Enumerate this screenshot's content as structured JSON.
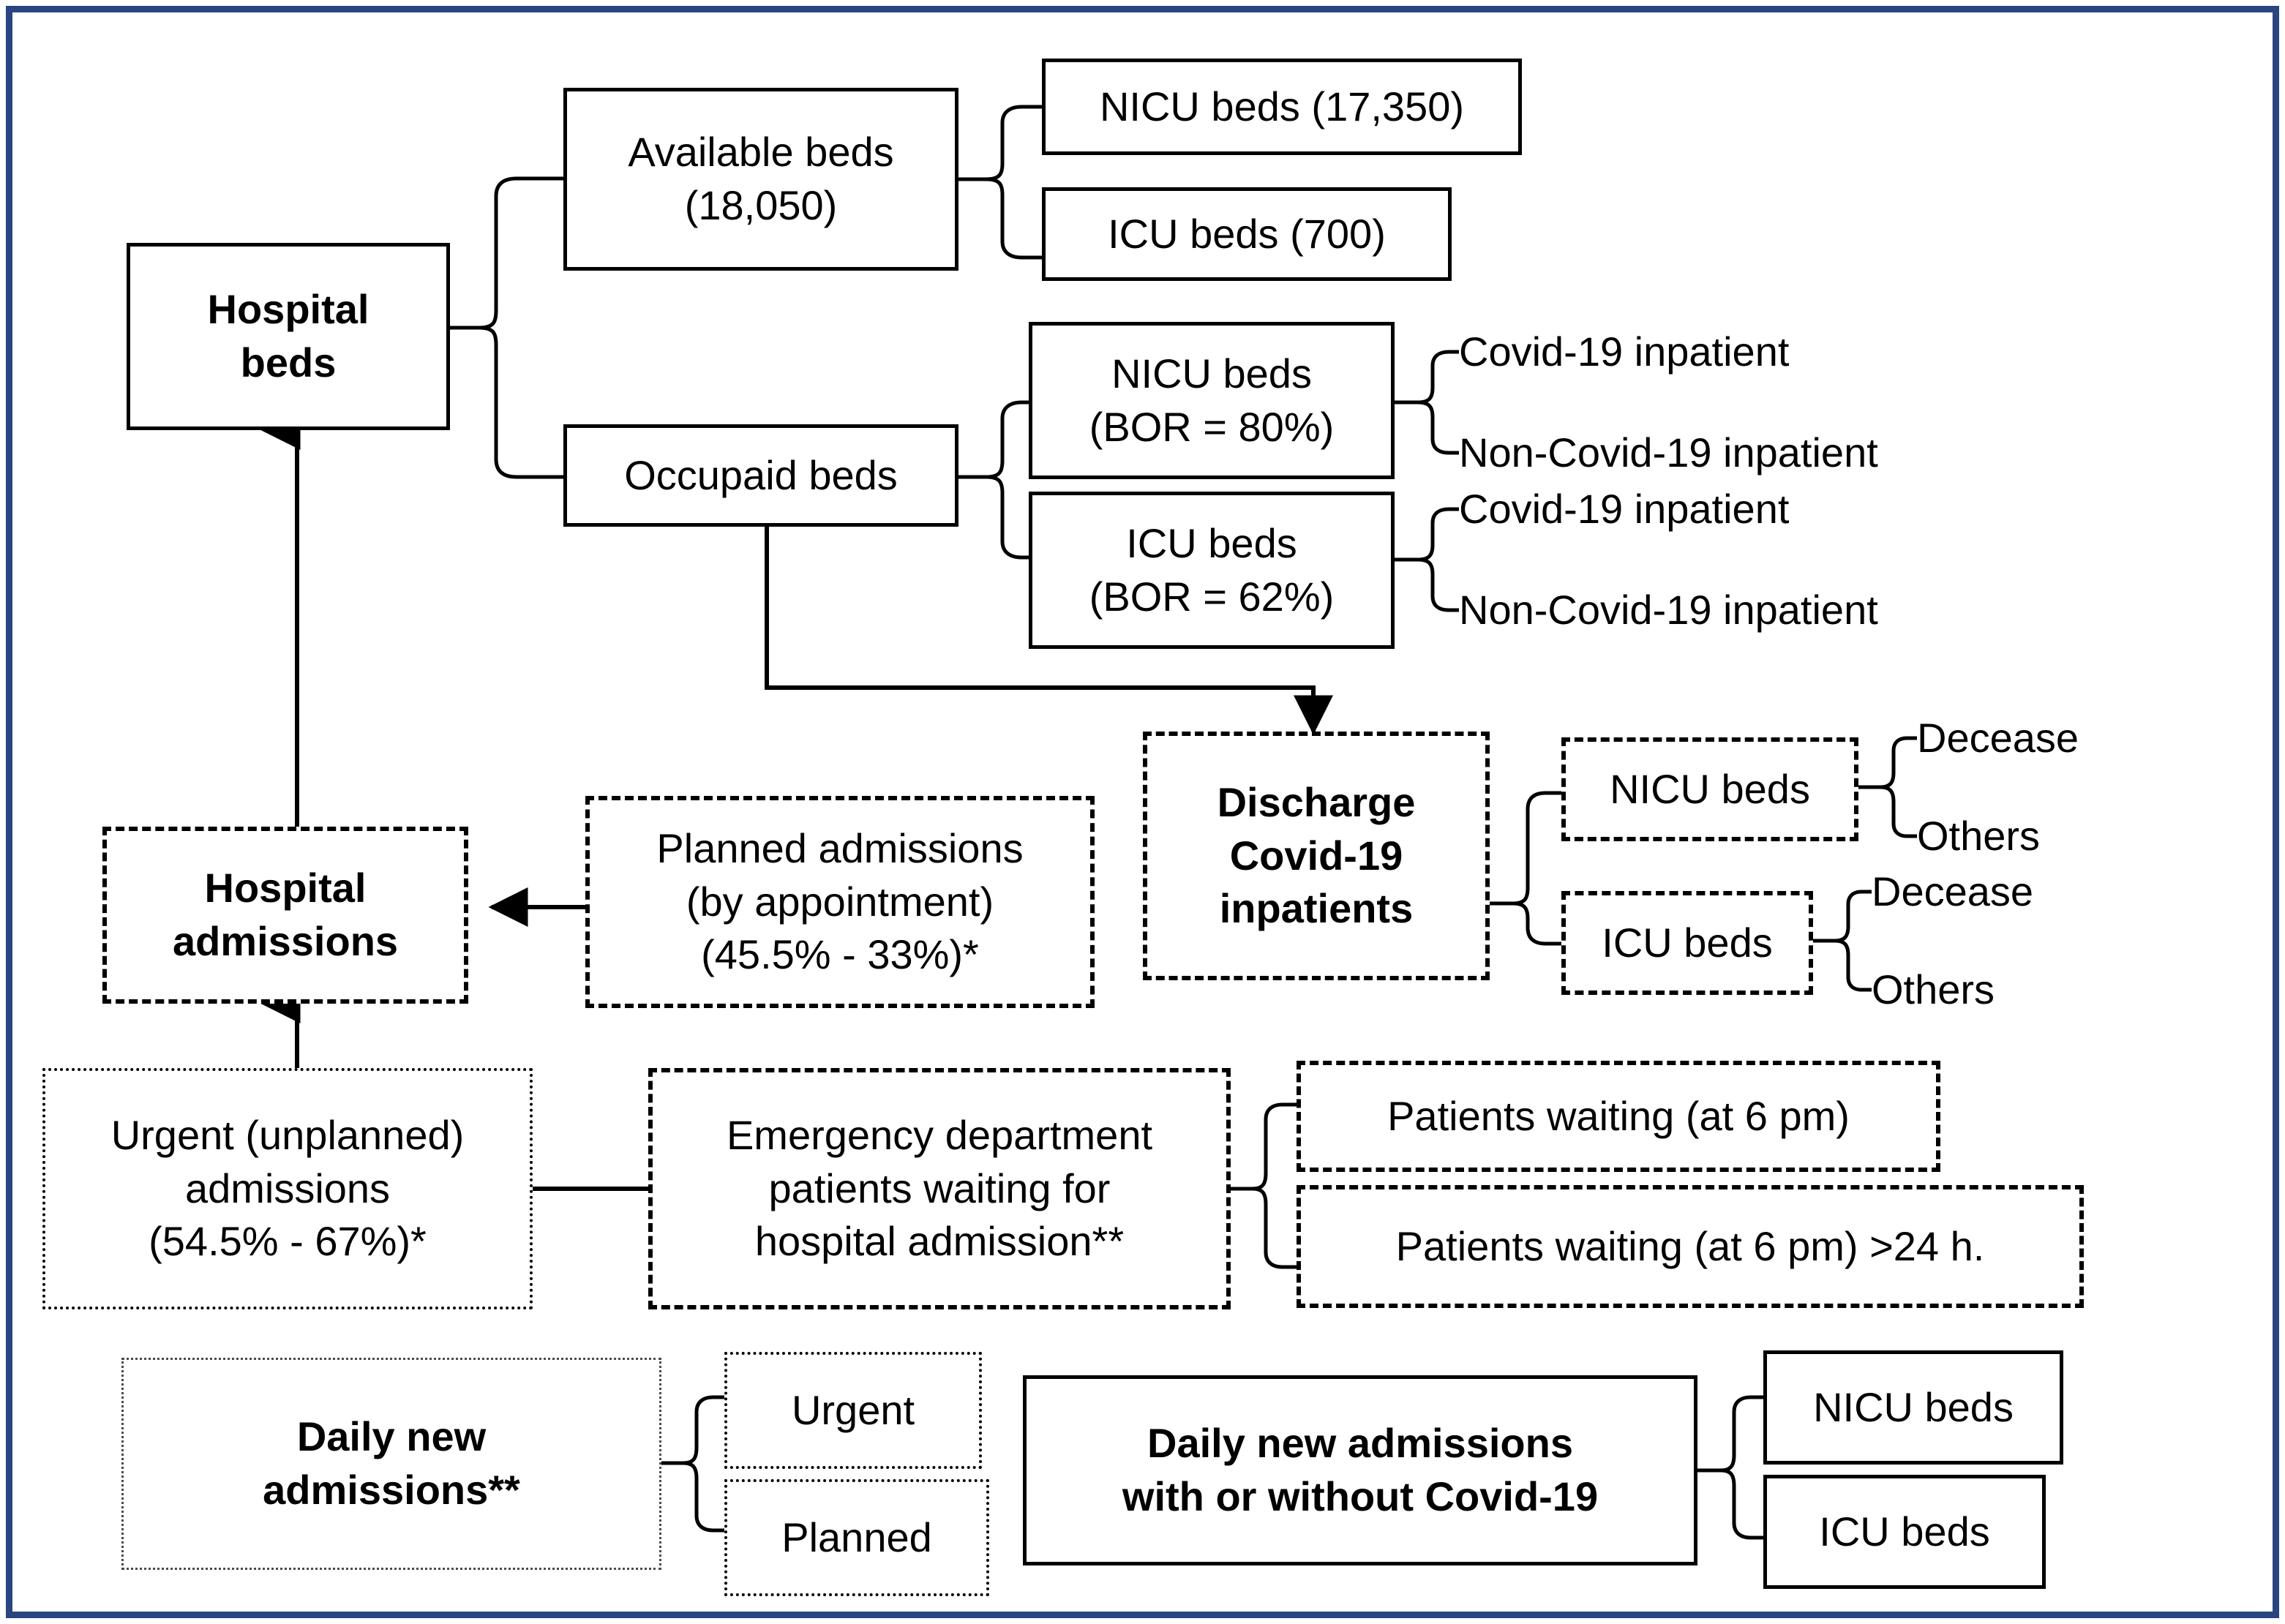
{
  "figure": {
    "title": "Hospital beds and admissions flow diagram",
    "border_color": "#2a4580",
    "line_color": "#000000"
  },
  "nodes": {
    "hospital_beds": "Hospital\nbeds",
    "available_beds": "Available beds\n(18,050)",
    "available_nicu": "NICU beds (17,350)",
    "available_icu": "ICU beds (700)",
    "occupied_beds": "Occupaid beds",
    "occupied_nicu": "NICU beds\n(BOR = 80%)",
    "occupied_icu": "ICU beds\n(BOR = 62%)",
    "nicu_covid": "Covid-19 inpatient",
    "nicu_noncovid": "Non-Covid-19 inpatient",
    "icu_covid": "Covid-19 inpatient",
    "icu_noncovid": "Non-Covid-19 inpatient",
    "discharge": "Discharge\nCovid-19\ninpatients",
    "discharge_nicu": "NICU beds",
    "discharge_icu": "ICU beds",
    "discharge_nicu_decease": "Decease",
    "discharge_nicu_others": "Others",
    "discharge_icu_decease": "Decease",
    "discharge_icu_others": "Others",
    "hospital_admissions": "Hospital\nadmissions",
    "planned_admissions": "Planned admissions\n(by appointment)\n(45.5% - 33%)*",
    "urgent_admissions": "Urgent (unplanned)\nadmissions\n(54.5% - 67%)*",
    "emergency_dept": "Emergency department\npatients waiting for\nhospital admission**",
    "patients_waiting": "Patients waiting (at 6 pm)",
    "patients_waiting_24h": "Patients waiting (at 6 pm) >24 h.",
    "daily_new_admissions": "Daily new\nadmissions**",
    "daily_urgent": "Urgent",
    "daily_planned": "Planned",
    "daily_new_with_without_covid": "Daily new admissions\nwith or without Covid-19",
    "daily_nicu": "NICU beds",
    "daily_icu": "ICU beds"
  }
}
